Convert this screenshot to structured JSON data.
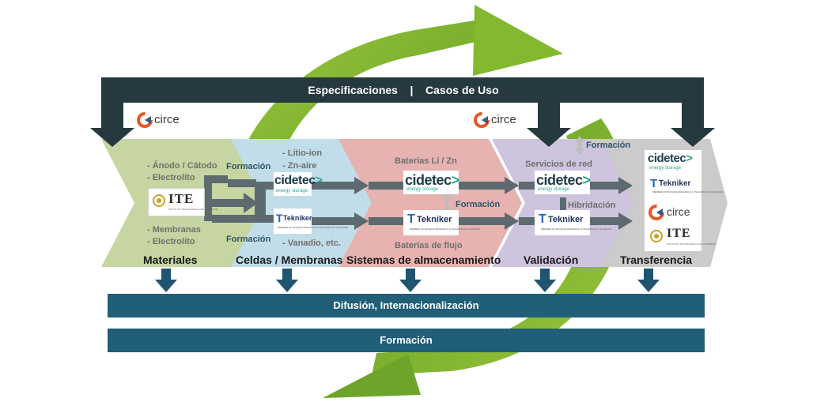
{
  "top_bar": {
    "left": "Especificaciones",
    "separator": "|",
    "right": "Casos de Uso"
  },
  "bottom_bars": {
    "difusion": "Difusión, Internacionalización",
    "formacion": "Formación"
  },
  "stages": {
    "materiales": {
      "label": "Materiales",
      "items_top": [
        "- Ánodo / Cátodo",
        "- Electrolito"
      ],
      "items_bottom": [
        "- Membranas",
        "- Electrolito"
      ]
    },
    "celdas": {
      "label": "Celdas / Membranas",
      "items_top": [
        "- Litio-ion",
        "- Zn-aire"
      ],
      "items_bottom": [
        "- Vanadio, etc."
      ]
    },
    "sistemas": {
      "label": "Sistemas de almacenamiento",
      "top_text": "Baterías   Li / Zn",
      "bottom_text": "Baterías de flujo"
    },
    "validacion": {
      "label": "Validación",
      "top_text": "Servicios de red",
      "hibridacion": "Hibridación"
    },
    "transferencia": {
      "label": "Transferencia"
    }
  },
  "formacion_labels": {
    "celdas_top": "Formación",
    "celdas_bottom": "Formación",
    "sistemas": "Formación",
    "validacion": "Formación"
  },
  "logos": {
    "circe": "circe",
    "cidetec": "cidetec",
    "cidetec_arrow": ">",
    "cidetec_sub": "energy storage",
    "tekniker": "Tekniker",
    "tekniker_sub": "MEMBER OF BASQUE RESEARCH & TECHNOLOGY ALLIANCE",
    "ite": "ITE",
    "ite_sub": "INSTITUTO TECNOLÓGICO DE LA ENERGÍA"
  },
  "colors": {
    "dark_navy": "#26393f",
    "teal_bar": "#215e78",
    "green_cycle": "#7fb52e",
    "materiales": "#c6d5a1",
    "celdas": "#c0dde9",
    "sistemas": "#e6b3b1",
    "validacion": "#cfc4dd",
    "transferencia": "#cccccc",
    "flow_arrow": "#5d6a70"
  }
}
